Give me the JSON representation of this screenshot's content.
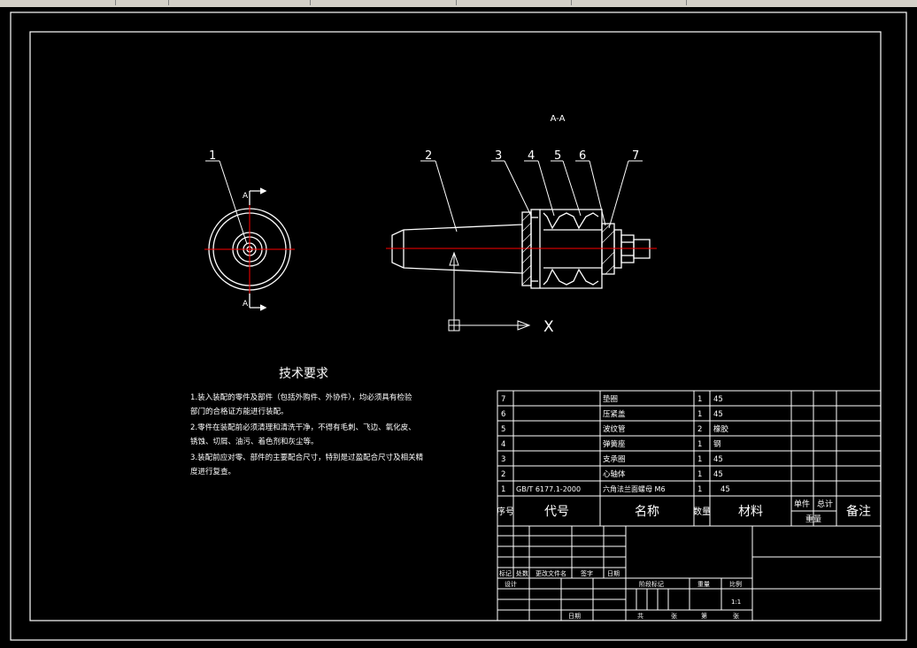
{
  "section_label": "A-A",
  "view_letters": {
    "top": "A",
    "bottom": "A"
  },
  "callouts": [
    "1",
    "2",
    "3",
    "4",
    "5",
    "6",
    "7"
  ],
  "axis_x_label": "X",
  "tech_requirements": {
    "title": "技术要求",
    "items": [
      "1.装入装配的零件及部件（包括外购件、外协件），均必须具有检验",
      "部门的合格证方能进行装配。",
      "2.零件在装配前必须清理和清洗干净，不得有毛刺、飞边、氧化皮、",
      "锈蚀、切屑、油污、着色剂和灰尘等。",
      "3.装配前应对零、部件的主要配合尺寸，特别是过盈配合尺寸及相关精",
      "度进行复查。"
    ]
  },
  "parts_list": [
    {
      "no": "7",
      "code": "",
      "name": "垫圈",
      "qty": "1",
      "material": "45"
    },
    {
      "no": "6",
      "code": "",
      "name": "压紧盖",
      "qty": "1",
      "material": "45"
    },
    {
      "no": "5",
      "code": "",
      "name": "波纹管",
      "qty": "2",
      "material": "橡胶"
    },
    {
      "no": "4",
      "code": "",
      "name": "弹簧座",
      "qty": "1",
      "material": "钢"
    },
    {
      "no": "3",
      "code": "",
      "name": "支承圈",
      "qty": "1",
      "material": "45"
    },
    {
      "no": "2",
      "code": "",
      "name": "心轴体",
      "qty": "1",
      "material": "45"
    },
    {
      "no": "1",
      "code": "GB/T 6177.1-2000",
      "name": "六角法兰面螺母 M6",
      "qty": "1",
      "material": "45"
    }
  ],
  "parts_header": {
    "no": "序号",
    "code": "代号",
    "name": "名称",
    "qty": "数量",
    "material": "材料",
    "single": "单件",
    "total": "总计",
    "weight": "重量",
    "remark": "备注"
  },
  "title_block": {
    "rev_labels": [
      "标记",
      "处数",
      "更改文件名",
      "签字",
      "日期"
    ],
    "design": "设计",
    "stage_labels": [
      "阶段标记",
      "重量",
      "比例"
    ],
    "scale": "1:1",
    "date": "日期",
    "sheet_labels": [
      "共",
      "张",
      "第",
      "张"
    ]
  },
  "colors": {
    "background": "#000000",
    "line": "#ffffff",
    "centerline": "#ff0000"
  }
}
